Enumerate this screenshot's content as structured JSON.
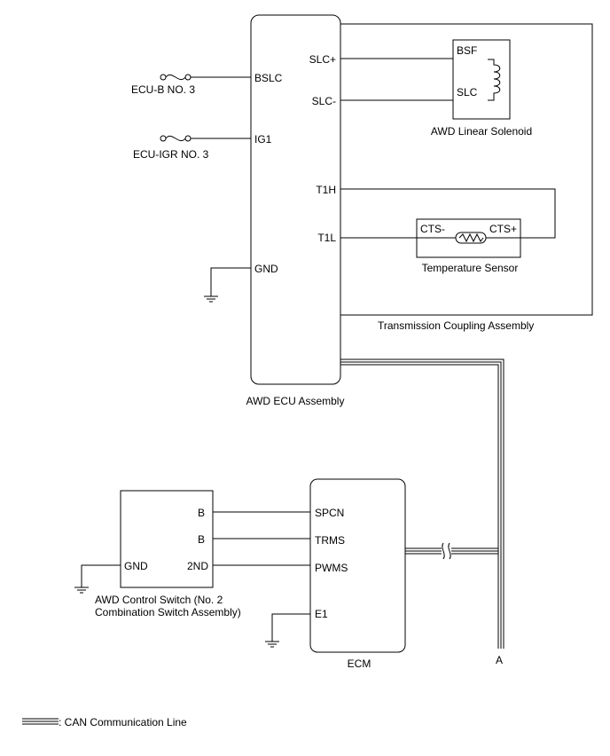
{
  "ecu": {
    "name": "AWD ECU Assembly",
    "pins": {
      "bslc": "BSLC",
      "ig1": "IG1",
      "gnd": "GND",
      "slc_plus": "SLC+",
      "slc_minus": "SLC-",
      "t1h": "T1H",
      "t1l": "T1L"
    }
  },
  "fuses": {
    "ecu_b": "ECU-B NO. 3",
    "ecu_igr": "ECU-IGR NO. 3"
  },
  "transmission_coupling": {
    "name": "Transmission Coupling Assembly",
    "solenoid": {
      "name": "AWD Linear Solenoid",
      "pin_bsf": "BSF",
      "pin_slc": "SLC"
    },
    "temp_sensor": {
      "name": "Temperature Sensor",
      "pin_minus": "CTS-",
      "pin_plus": "CTS+"
    }
  },
  "ecm": {
    "name": "ECM",
    "pins": {
      "spcn": "SPCN",
      "trms": "TRMS",
      "pwms": "PWMS",
      "e1": "E1"
    }
  },
  "awd_switch": {
    "name_line1": "AWD Control Switch (No. 2",
    "name_line2": "Combination Switch Assembly)",
    "pins": {
      "b1": "B",
      "b2": "B",
      "second": "2ND",
      "gnd": "GND"
    }
  },
  "can_branch_label": "A",
  "legend": {
    "can_line": ": CAN Communication Line"
  }
}
